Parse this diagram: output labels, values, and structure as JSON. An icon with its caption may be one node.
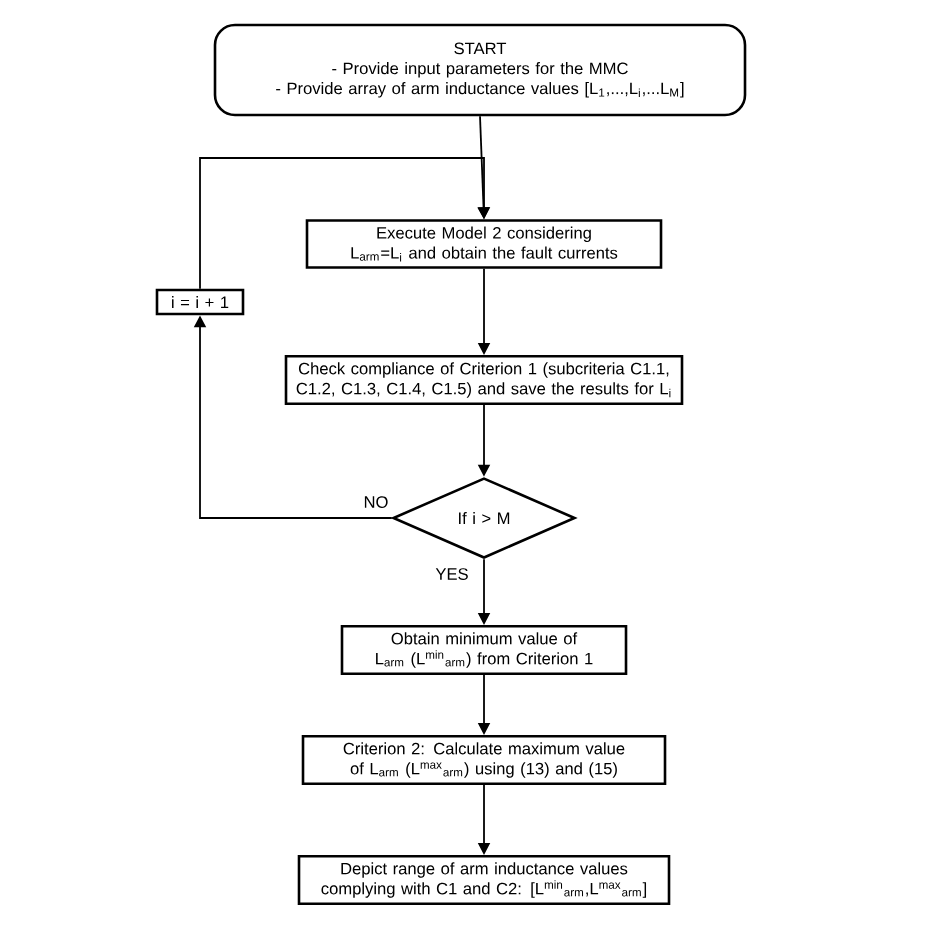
{
  "diagram": {
    "nodes": [
      {
        "text": [
          "START",
          "- Provide input parameters for the MMC",
          "- Provide array of arm inductance values [L$_{1}$,...,L$_{i}$,...L$_{M}$]"
        ]
      },
      {
        "text": [
          "Execute Model 2 considering L$_{arm}$=L$_{i}$ and obtain the fault currents"
        ]
      },
      {
        "text": [
          "Check compliance of Criterion 1 (subcriteria C1.1, C1.2, C1.3, C1.4, C1.5) and save the results for L$_{i}$"
        ]
      },
      {
        "text": [
          "If i > M"
        ]
      },
      {
        "text": [
          "i = i + 1"
        ]
      },
      {
        "text": [
          "Obtain minimum value of L$_{arm}$ (L$^{min}$$_{arm}$) from Criterion 1"
        ]
      },
      {
        "text": [
          "Criterion 2: Calculate maximum value of L$_{arm}$ (L$^{max}$$_{arm}$) using (13) and (15)"
        ]
      },
      {
        "text": [
          "Depict range of arm inductance values complying with C1 and C2: [L$^{min}$$_{arm}$,L$^{max}$$_{arm}$]"
        ]
      }
    ],
    "edges": [
      {
        "from": 0,
        "to": 1,
        "arrow": "to"
      },
      {
        "from": 1,
        "to": 2,
        "arrow": "to"
      },
      {
        "from": 2,
        "to": 3,
        "arrow": "to"
      },
      {
        "from": 3,
        "to": 4,
        "arrow": "to",
        "label": "NO"
      },
      {
        "from": 4,
        "to": 1,
        "arrow": "to"
      },
      {
        "from": 3,
        "to": 5,
        "arrow": "to",
        "label": "YES"
      },
      {
        "from": 5,
        "to": 6,
        "arrow": "to"
      },
      {
        "from": 6,
        "to": 7,
        "arrow": "to"
      }
    ]
  }
}
